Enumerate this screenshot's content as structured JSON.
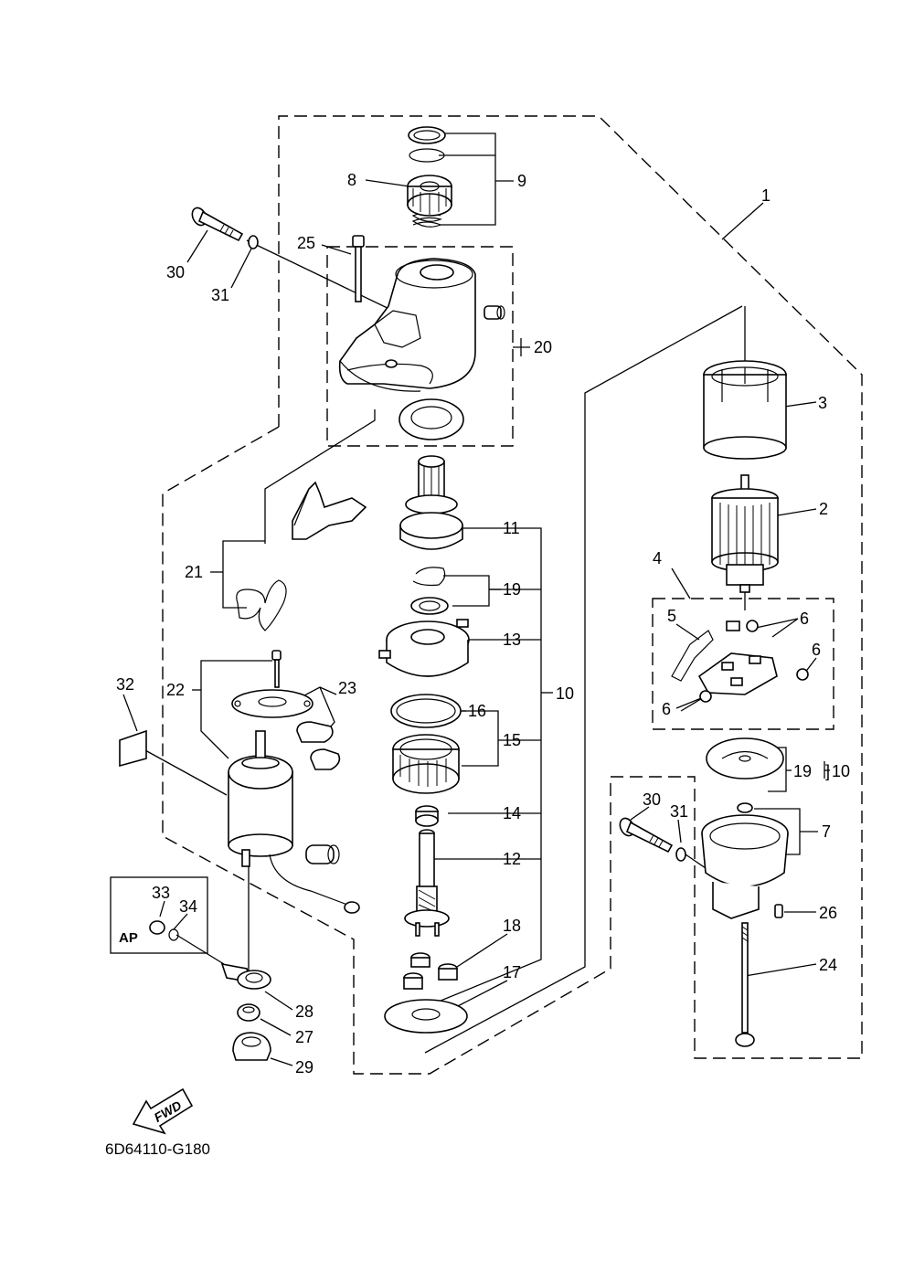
{
  "diagram_code": "6D64110-G180",
  "fwd_label": "FWD",
  "ap_label": "AP",
  "callouts": {
    "c1": "1",
    "c2": "2",
    "c3": "3",
    "c4": "4",
    "c5": "5",
    "c6a": "6",
    "c6b": "6",
    "c6c": "6",
    "c7": "7",
    "c8": "8",
    "c9": "9",
    "c10": "10",
    "c10b": "10",
    "c11": "11",
    "c12": "12",
    "c13": "13",
    "c14": "14",
    "c15": "15",
    "c16": "16",
    "c17": "17",
    "c18": "18",
    "c19": "19",
    "c19b": "19",
    "c20": "20",
    "c21": "21",
    "c22": "22",
    "c23": "23",
    "c24": "24",
    "c25": "25",
    "c26": "26",
    "c27": "27",
    "c28": "28",
    "c29": "29",
    "c30": "30",
    "c30b": "30",
    "c31": "31",
    "c31b": "31",
    "c32": "32",
    "c33": "33",
    "c34": "34"
  }
}
